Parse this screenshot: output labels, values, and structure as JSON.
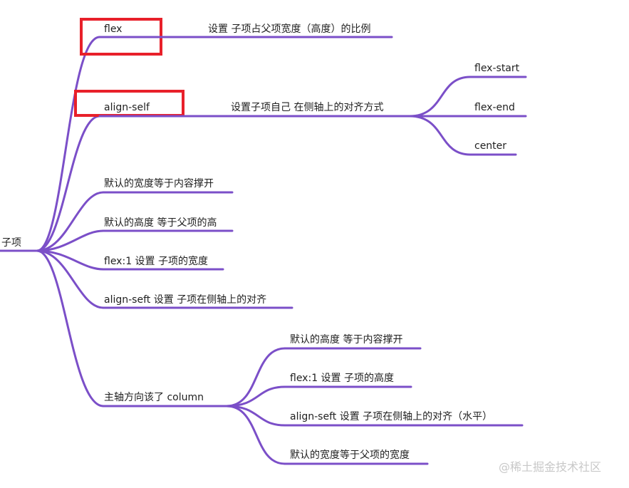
{
  "root": {
    "label": "子项"
  },
  "nodes": {
    "flex": {
      "label": "flex",
      "note": "设置 子项占父项宽度（高度）的比例"
    },
    "align_self": {
      "label": "align-self",
      "note": "设置子项自己 在侧轴上的对齐方式",
      "options": [
        "flex-start",
        "flex-end",
        "center"
      ]
    },
    "default_width": {
      "label": "默认的宽度等于内容撑开"
    },
    "default_height": {
      "label": "默认的高度 等于父项的高"
    },
    "flex1_width": {
      "label": "flex:1  设置 子项的宽度"
    },
    "align_seft": {
      "label": "align-seft  设置   子项在侧轴上的对齐"
    },
    "column": {
      "label": "主轴方向该了 column",
      "children": [
        "默认的高度 等于内容撑开",
        "flex:1  设置  子项的高度",
        "align-seft  设置   子项在侧轴上的对齐（水平）",
        "默认的宽度等于父项的宽度"
      ]
    }
  },
  "colors": {
    "link": "#7b4fc8",
    "highlight": "#e8202a",
    "watermark": "#c8c8c8"
  },
  "watermark": "@稀土掘金技术社区"
}
